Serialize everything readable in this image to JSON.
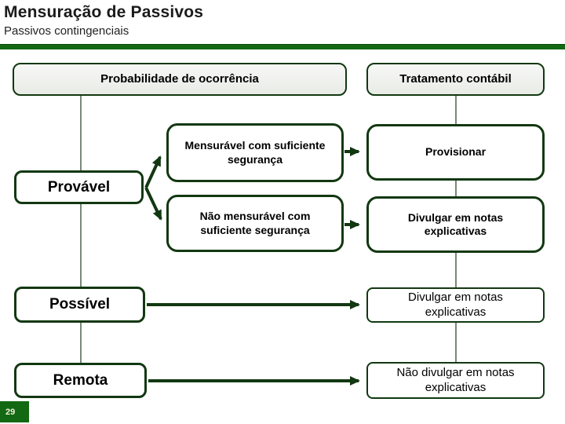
{
  "slide": {
    "title": "Mensuração de Passivos",
    "subtitle": "Passivos contingenciais",
    "page_number": "29"
  },
  "diagram": {
    "headers": {
      "probability": "Probabilidade de ocorrência",
      "treatment": "Tratamento contábil"
    },
    "probability": {
      "provavel": "Provável",
      "possivel": "Possível",
      "remota": "Remota"
    },
    "measurability": {
      "mensuravel": "Mensurável com suficiente segurança",
      "nao_mensuravel": "Não mensurável com suficiente segurança"
    },
    "treatment": {
      "provisionar": "Provisionar",
      "divulgar_provavel": "Divulgar em notas explicativas",
      "divulgar_possivel": "Divulgar em notas explicativas",
      "nao_divulgar": "Não divulgar em notas explicativas"
    },
    "colors": {
      "accent_green": "#136813",
      "line_green": "#123812"
    }
  }
}
